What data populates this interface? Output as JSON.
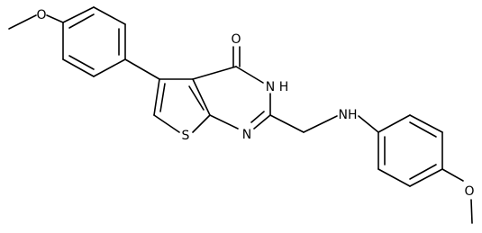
{
  "molecule": {
    "atoms": {
      "methoxy_oxygen_top": "O",
      "carbonyl_oxygen": "O",
      "ring_nh": "N",
      "ring_nh_h": "H",
      "ring_n": "N",
      "thiophene_s": "S",
      "amine_nh": "NH",
      "methoxy_oxygen_bottom": "O"
    },
    "colors": {
      "bond": "#000000",
      "label": "#000000",
      "background": "#ffffff"
    }
  }
}
